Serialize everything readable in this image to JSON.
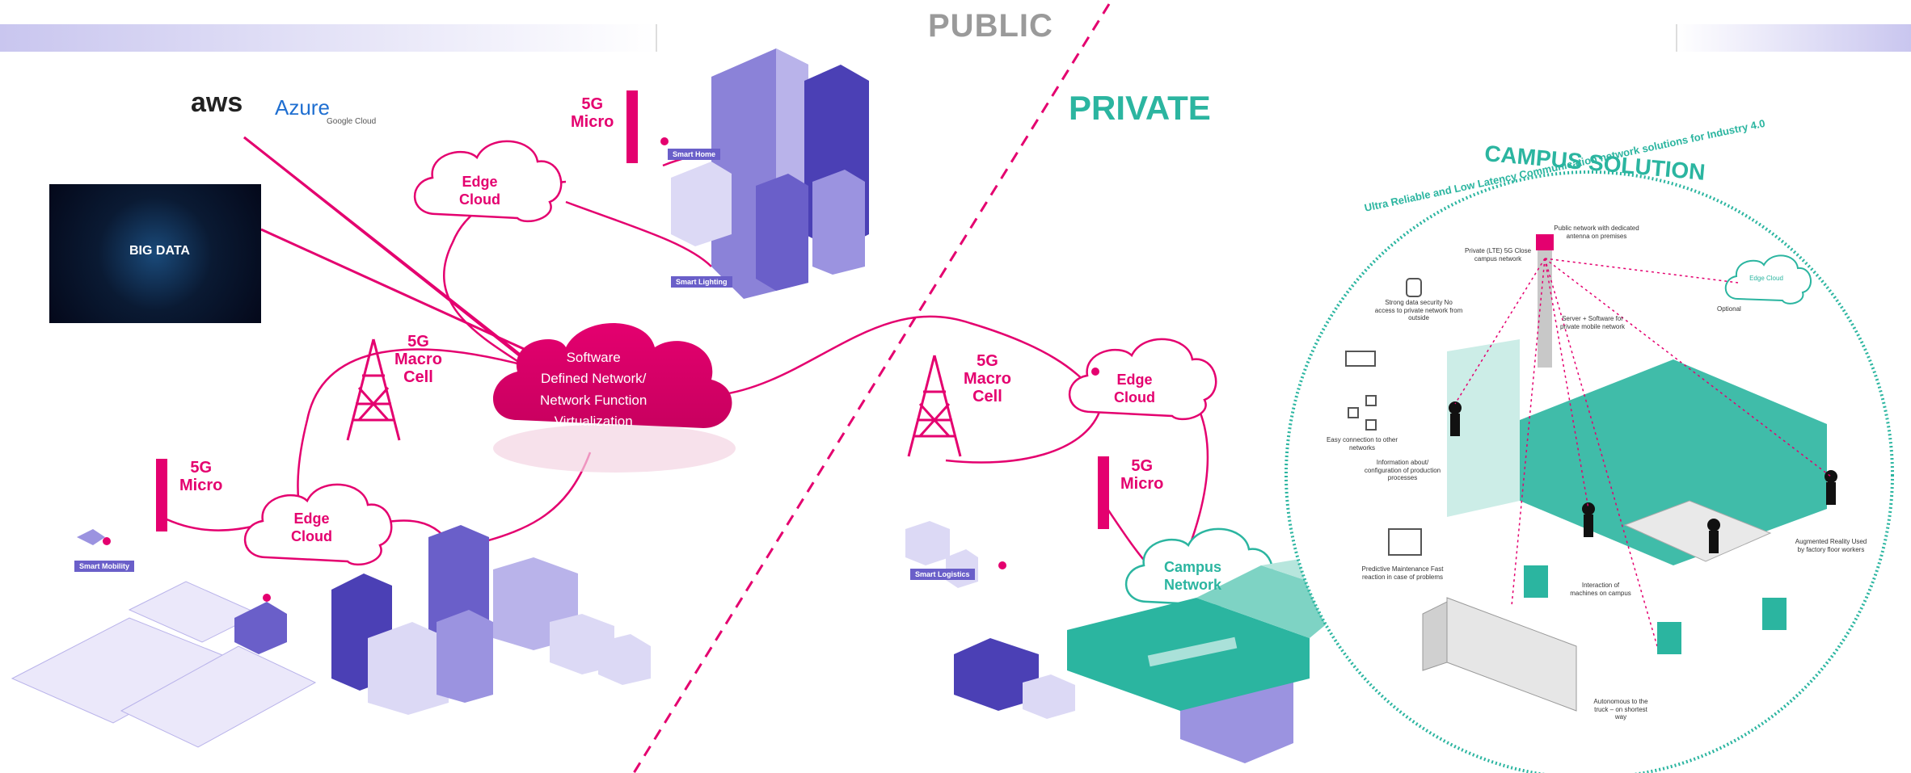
{
  "labels": {
    "public": "PUBLIC",
    "private": "PRIVATE"
  },
  "providers": {
    "aws": "aws",
    "azure": "Azure",
    "google": "Google Cloud"
  },
  "big_data": "BIG DATA",
  "sdn": {
    "line1": "Software",
    "line2": "Defined Network/",
    "line3": "Network Function",
    "line4": "Virtualization"
  },
  "public_side": {
    "micro_top": {
      "l1": "5G",
      "l2": "Micro"
    },
    "edge_top": {
      "l1": "Edge",
      "l2": "Cloud"
    },
    "macro_left": {
      "l1": "5G",
      "l2": "Macro",
      "l3": "Cell"
    },
    "micro_left": {
      "l1": "5G",
      "l2": "Micro"
    },
    "edge_left": {
      "l1": "Edge",
      "l2": "Cloud"
    },
    "tags": {
      "smart_home": "Smart Home",
      "smart_lighting": "Smart Lighting",
      "smart_mobility": "Smart Mobility"
    }
  },
  "private_side": {
    "macro": {
      "l1": "5G",
      "l2": "Macro",
      "l3": "Cell"
    },
    "edge": {
      "l1": "Edge",
      "l2": "Cloud"
    },
    "micro": {
      "l1": "5G",
      "l2": "Micro"
    },
    "campus_network": {
      "l1": "Campus",
      "l2": "Network"
    },
    "tags": {
      "smart_logistics": "Smart Logistics"
    }
  },
  "campus": {
    "title": "CAMPUS SOLUTION",
    "subtitle": "Ultra Reliable and Low Latency Communication network solutions for Industry 4.0",
    "notes": {
      "public_network": "Public network with dedicated antenna on premises",
      "private_5g": "Private (LTE) 5G Close campus network",
      "edge_cloud": "Edge Cloud",
      "optional": "Optional",
      "security": "Strong data security No access to private network from outside",
      "server": "Server + Software for private mobile network",
      "easy_connection": "Easy connection to other networks",
      "information": "Information about/ configuration of production processes",
      "predictive": "Predictive Maintenance Fast reaction in case of problems",
      "interaction": "Interaction of machines on campus",
      "augmented": "Augmented Reality Used by factory floor workers",
      "autonomous": "Autonomous to the truck – on shortest way"
    }
  },
  "colors": {
    "magenta": "#e4006f",
    "teal": "#2bb5a0",
    "purple": "#6a5fc9",
    "light_purple": "#b9b3ea",
    "gray_label": "#9a9a9a"
  }
}
